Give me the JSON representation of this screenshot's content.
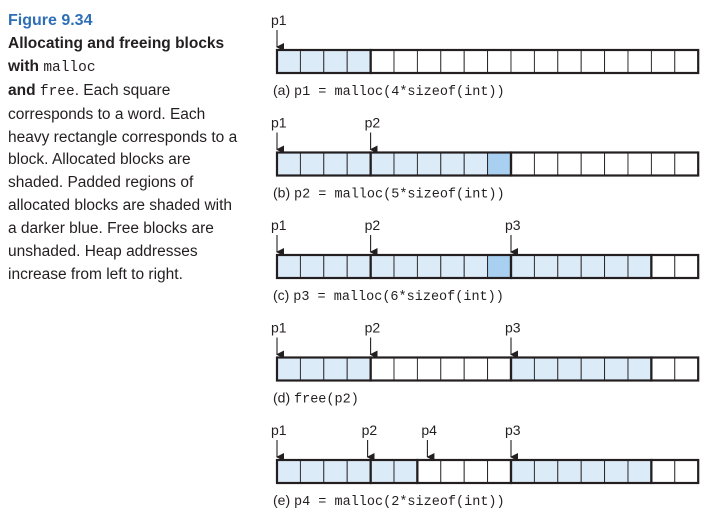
{
  "caption": {
    "figure_label": "Figure 9.34",
    "title_part1": "Allocating and freeing blocks with ",
    "title_code1": "malloc",
    "title_part2": "and ",
    "title_code2": "free",
    "body": ". Each square corresponds to a word. Each heavy rectangle corresponds to a block. Allocated blocks are shaded. Padded regions of allocated blocks are shaded with a darker blue. Free blocks are unshaded. Heap addresses increase from left to right."
  },
  "colors": {
    "allocated": "#dcebf8",
    "padding": "#a9d0f0",
    "free": "#ffffff",
    "text": "#231f20",
    "accent": "#2f6fb6"
  },
  "panels": [
    {
      "label": "(a)",
      "code": "p1 = malloc(4*sizeof(int))",
      "pointers": [
        {
          "name": "p1",
          "word": 0
        }
      ],
      "blocks": [
        {
          "words": 4,
          "state": "allocated",
          "padding": 0
        },
        {
          "words": 14,
          "state": "free",
          "padding": 0
        }
      ]
    },
    {
      "label": "(b)",
      "code": "p2 = malloc(5*sizeof(int))",
      "pointers": [
        {
          "name": "p1",
          "word": 0
        },
        {
          "name": "p2",
          "word": 4
        }
      ],
      "blocks": [
        {
          "words": 4,
          "state": "allocated",
          "padding": 0
        },
        {
          "words": 6,
          "state": "allocated",
          "padding": 1
        },
        {
          "words": 8,
          "state": "free",
          "padding": 0
        }
      ]
    },
    {
      "label": "(c)",
      "code": "p3 = malloc(6*sizeof(int))",
      "pointers": [
        {
          "name": "p1",
          "word": 0
        },
        {
          "name": "p2",
          "word": 4
        },
        {
          "name": "p3",
          "word": 10
        }
      ],
      "blocks": [
        {
          "words": 4,
          "state": "allocated",
          "padding": 0
        },
        {
          "words": 6,
          "state": "allocated",
          "padding": 1
        },
        {
          "words": 6,
          "state": "allocated",
          "padding": 0
        },
        {
          "words": 2,
          "state": "free",
          "padding": 0
        }
      ]
    },
    {
      "label": "(d)",
      "code": "free(p2)",
      "pointers": [
        {
          "name": "p1",
          "word": 0
        },
        {
          "name": "p2",
          "word": 4
        },
        {
          "name": "p3",
          "word": 10
        }
      ],
      "blocks": [
        {
          "words": 4,
          "state": "allocated",
          "padding": 0
        },
        {
          "words": 6,
          "state": "free",
          "padding": 0
        },
        {
          "words": 6,
          "state": "allocated",
          "padding": 0
        },
        {
          "words": 2,
          "state": "free",
          "padding": 0
        }
      ]
    },
    {
      "label": "(e)",
      "code": "p4 = malloc(2*sizeof(int))",
      "pointers": [
        {
          "name": "p1",
          "word": 0
        },
        {
          "name": "p2",
          "word": 4
        },
        {
          "name": "p4",
          "word": 6
        },
        {
          "name": "p3",
          "word": 10
        }
      ],
      "blocks": [
        {
          "words": 4,
          "state": "allocated",
          "padding": 0
        },
        {
          "words": 2,
          "state": "allocated",
          "padding": 0
        },
        {
          "words": 4,
          "state": "free",
          "padding": 0
        },
        {
          "words": 6,
          "state": "allocated",
          "padding": 0
        },
        {
          "words": 2,
          "state": "free",
          "padding": 0
        }
      ]
    }
  ]
}
